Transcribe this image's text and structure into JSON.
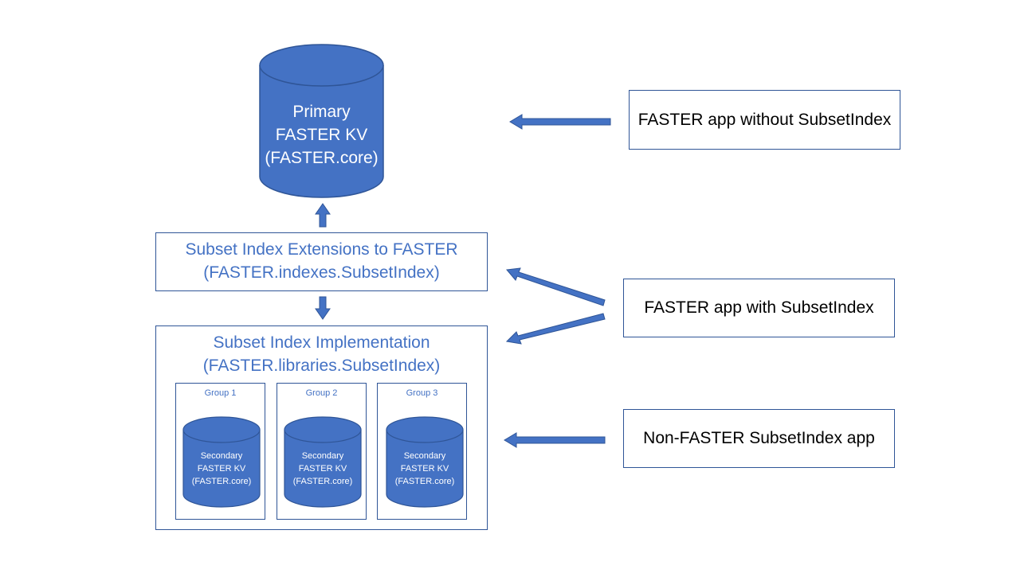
{
  "primary_db": {
    "line1": "Primary",
    "line2": "FASTER KV",
    "line3": "(FASTER.core)"
  },
  "extensions": {
    "line1": "Subset Index Extensions to FASTER",
    "line2": "(FASTER.indexes.SubsetIndex)"
  },
  "implementation": {
    "line1": "Subset Index Implementation",
    "line2": "(FASTER.libraries.SubsetIndex)",
    "groups": [
      {
        "label": "Group 1",
        "db_line1": "Secondary",
        "db_line2": "FASTER KV",
        "db_line3": "(FASTER.core)"
      },
      {
        "label": "Group 2",
        "db_line1": "Secondary",
        "db_line2": "FASTER KV",
        "db_line3": "(FASTER.core)"
      },
      {
        "label": "Group 3",
        "db_line1": "Secondary",
        "db_line2": "FASTER KV",
        "db_line3": "(FASTER.core)"
      }
    ]
  },
  "apps": {
    "without": "FASTER app without SubsetIndex",
    "with": "FASTER app with SubsetIndex",
    "non_faster": "Non-FASTER SubsetIndex app"
  },
  "colors": {
    "fill": "#4472c4",
    "stroke": "#2f5597",
    "accent_text": "#4472c4"
  }
}
